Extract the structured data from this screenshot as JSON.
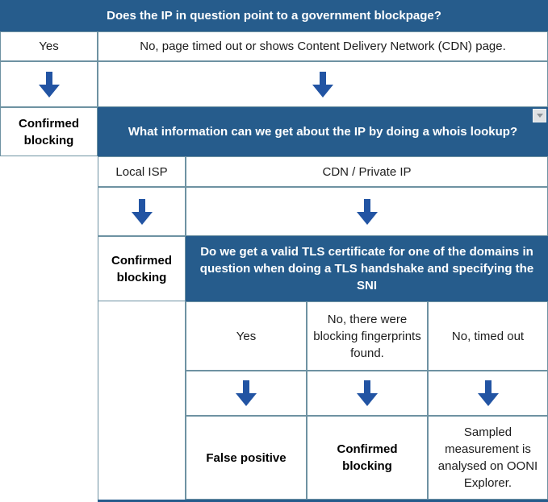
{
  "colors": {
    "header_bg": "#265c8c",
    "arrow": "#2254a3",
    "border": "#6e92a2",
    "text": "#1c1c1c"
  },
  "icons": {
    "flow_arrow": "arrow-down-icon",
    "header_menu": "dropdown-icon"
  },
  "flowchart": {
    "level1": {
      "question": "Does the IP in question point to a government blockpage?",
      "answers": {
        "yes": "Yes",
        "no": "No, page timed out or shows Content Delivery Network (CDN) page."
      },
      "yes_outcome": "Confirmed blocking"
    },
    "level2": {
      "question": "What information can we get about the IP by doing a whois lookup?",
      "answers": {
        "local_isp": "Local ISP",
        "cdn": "CDN / Private IP"
      },
      "local_isp_outcome": "Confirmed blocking"
    },
    "level3": {
      "question": "Do we get a valid TLS certificate for one of the domains in question when doing a TLS handshake and specifying the SNI",
      "answers": {
        "yes": "Yes",
        "fingerprints": "No, there were blocking fingerprints found.",
        "timed_out": "No, timed out"
      },
      "outcomes": {
        "yes": "False positive",
        "fingerprints": "Confirmed blocking",
        "timed_out": "Sampled measurement is analysed on OONI Explorer."
      }
    }
  }
}
